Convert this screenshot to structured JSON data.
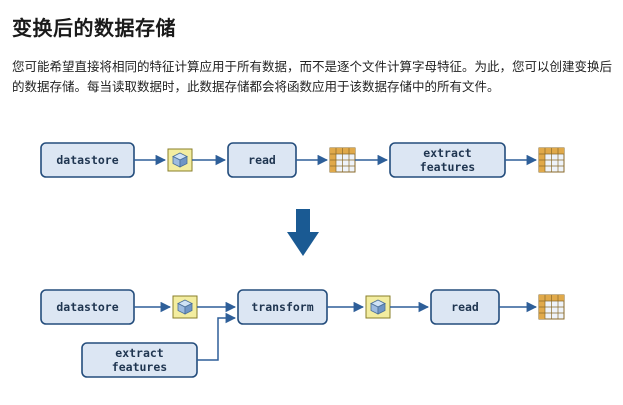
{
  "page": {
    "title": "变换后的数据存储",
    "paragraph": "您可能希望直接将相同的特征计算应用于所有数据，而不是逐个文件计算字母特征。为此，您可以创建变换后的数据存储。每当读取数据时，此数据存储都会将函数应用于该数据存储中的所有文件。"
  },
  "diagram": {
    "top_row": {
      "datastore_label": "datastore",
      "read_label": "read",
      "extract_line1": "extract",
      "extract_line2": "features"
    },
    "bottom_row": {
      "datastore_label": "datastore",
      "transform_label": "transform",
      "read_label": "read",
      "extract_line1": "extract",
      "extract_line2": "features"
    },
    "colors": {
      "box_fill": "#dce6f3",
      "box_stroke": "#244d7c",
      "connector": "#2e5f99",
      "down_arrow": "#1a5a93",
      "cube_bg": "#f3eda0",
      "table_header": "#e0a94a",
      "table_cell": "#eef3fa"
    },
    "icons": [
      "data-cube-icon",
      "table-icon",
      "down-arrow-icon"
    ]
  }
}
